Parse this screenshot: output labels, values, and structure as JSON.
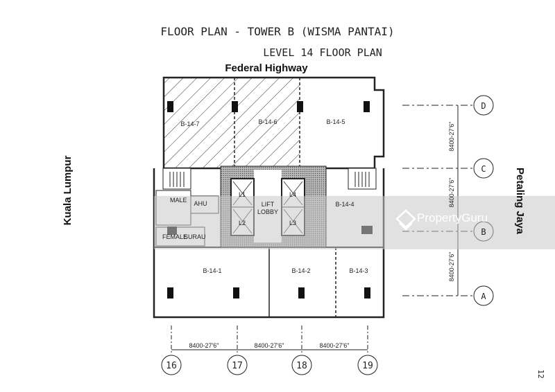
{
  "title": "FLOOR PLAN - TOWER B (WISMA PANTAI)",
  "subtitle": "LEVEL 14 FLOOR PLAN",
  "directions": {
    "north": "Federal Highway",
    "west": "Kuala Lumpur",
    "east": "Petaling Jaya"
  },
  "units": {
    "u7": "B-14-7",
    "u6": "B-14-6",
    "u5": "B-14-5",
    "u4": "B-14-4",
    "u1": "B-14-1",
    "u2": "B-14-2",
    "u3": "B-14-3"
  },
  "core": {
    "lobby1": "LIFT",
    "lobby2": "LOBBY",
    "ahu": "AHU",
    "male": "MALE",
    "female": "FEMALE",
    "surau": "SURAU",
    "l1": "L1",
    "l2": "L2",
    "l3": "L3",
    "l4": "L4"
  },
  "grid_columns": [
    "16",
    "17",
    "18",
    "19"
  ],
  "grid_rows": [
    "D",
    "C",
    "B",
    "A"
  ],
  "dimension": "8400-27'6\"",
  "watermark": "PropertyGuru",
  "page_number": "12",
  "colors": {
    "line": "#222222",
    "watermark_band": "#c8c8c8",
    "core_fill": "#9a9a9a"
  }
}
